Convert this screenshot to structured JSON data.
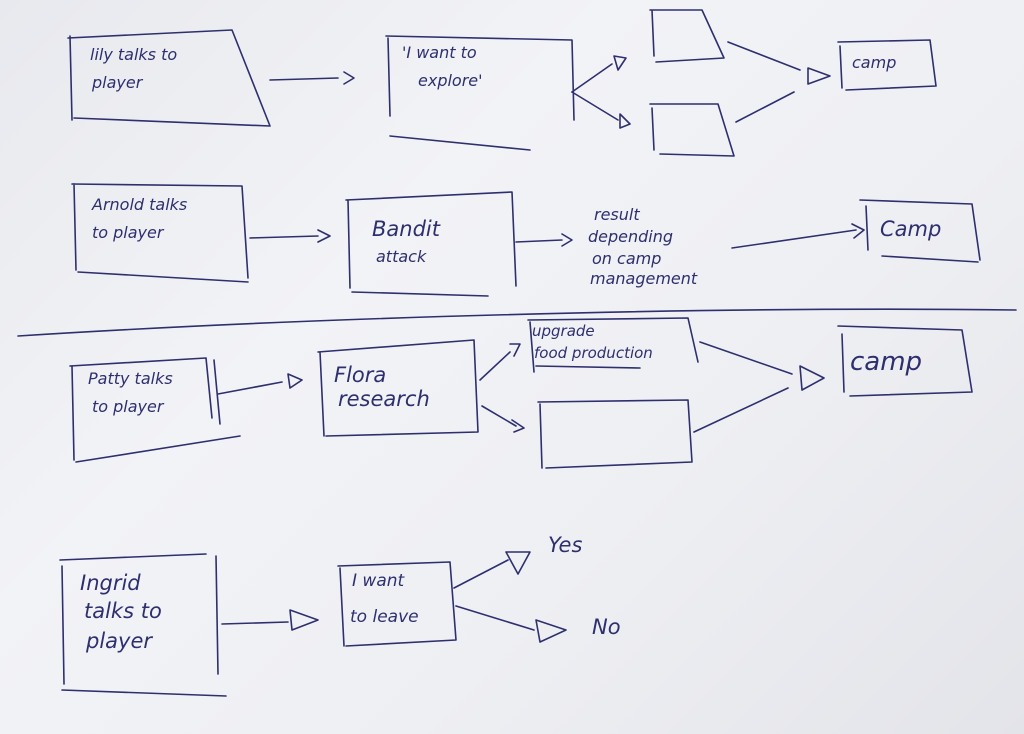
{
  "colors": {
    "ink": "#2e2f6e",
    "paper": "#eeeff3"
  },
  "flows": [
    {
      "start": [
        "lily talks to",
        "player"
      ],
      "choice": [
        "'I want to",
        "explore'"
      ],
      "end": "camp"
    },
    {
      "start": [
        "Arnold talks",
        "to player"
      ],
      "event": [
        "Bandit",
        "attack"
      ],
      "result": [
        "result",
        "depending",
        "on camp",
        "management"
      ],
      "end": "Camp"
    },
    {
      "start": [
        "Patty talks",
        "to player"
      ],
      "event": [
        "Flora",
        "research"
      ],
      "option": [
        "upgrade",
        "food production"
      ],
      "end": "camp"
    },
    {
      "start": [
        "Ingrid",
        "talks to",
        "player"
      ],
      "choice": [
        "I want",
        "to leave"
      ],
      "yes": "Yes",
      "no": "No"
    }
  ]
}
